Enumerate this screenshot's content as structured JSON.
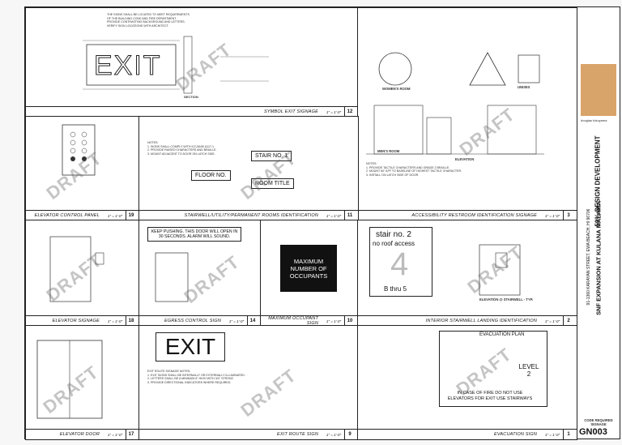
{
  "watermark": "DRAFT",
  "details": {
    "d12": {
      "title": "SYMBOL EXIT SIGNAGE",
      "number": "12",
      "scale": "1\" = 1'-0\""
    },
    "d19": {
      "title": "ELEVATOR CONTROL PANEL",
      "number": "19",
      "scale": "1\" = 1'-0\""
    },
    "d11": {
      "title": "STAIRWELL/UTILITY/PERMANENT ROOMS IDENTIFICATION",
      "number": "11",
      "scale": "1\" = 1'-0\""
    },
    "d3": {
      "title": "ACCESSIBILITY RESTROOM IDENTIFICATION SIGNAGE",
      "number": "3",
      "scale": "1\" = 1'-0\""
    },
    "d18": {
      "title": "ELEVATOR SIGNAGE",
      "number": "18",
      "scale": "1\" = 1'-0\""
    },
    "d14": {
      "title": "EGRESS CONTROL SIGN",
      "number": "14",
      "scale": "1\" = 1'-0\""
    },
    "d10": {
      "title": "MAXIMUM OCCUPANT SIGN",
      "number": "10",
      "scale": "1\" = 1'-0\""
    },
    "d2": {
      "title": "INTERIOR STAIRWELL LANDING IDENTIFICATION",
      "number": "2",
      "scale": "1\" = 1'-0\""
    },
    "d17": {
      "title": "ELEVATOR DOOR",
      "number": "17",
      "scale": "1\" = 1'-0\""
    },
    "d9": {
      "title": "EXIT ROUTE SIGN",
      "number": "9",
      "scale": "1\" = 1'-0\""
    },
    "d1": {
      "title": "EVACUATION SIGN",
      "number": "1",
      "scale": "1\" = 1'-0\""
    }
  },
  "graphics": {
    "exit_symbol": "EXIT",
    "section": "SECTION",
    "womens_room": "WOMEN'S ROOM",
    "unisex": "UNISEX",
    "mens_room": "MEN'S ROOM",
    "elevation": "ELEVATION",
    "stair_no": "STAIR NO. 1",
    "floor_no": "FLOOR NO.",
    "room_title": "ROOM TITLE",
    "egress_text": "KEEP PUSHING. THIS DOOR WILL OPEN IN 30 SECONDS. ALARM WILL SOUND.",
    "max_occ": "MAXIMUM NUMBER OF OCCUPANTS",
    "stair_landing_1": "stair no. 2",
    "stair_landing_2": "no roof access",
    "stair_landing_floor": "4",
    "stair_landing_range": "B thru 5",
    "stair_elev": "ELEVATION @ STAIRWELL - TYP.",
    "exit_route": "EXIT",
    "evac_title": "EVACUATION PLAN",
    "evac_level": "LEVEL 2",
    "evac_warning": "IN CASE OF FIRE DO NOT USE ELEVATORS FOR EXIT USE STAIRWAYS",
    "elevator_panel_title": "ELEVATOR CONTROL PANEL"
  },
  "titleblock": {
    "firm": "douglas fukuyama",
    "phase": "50% DESIGN DEVELOPMENT",
    "project": "SNF EXPANSION AT KULANA MALAMA",
    "address": "91-1360 KARAYAN STREET, EWA BEACH, HI 96706",
    "sheet_title": "CODE REQUIRED SIGNAGE",
    "sheet_no": "GN003",
    "accent": "#d9a46a"
  }
}
